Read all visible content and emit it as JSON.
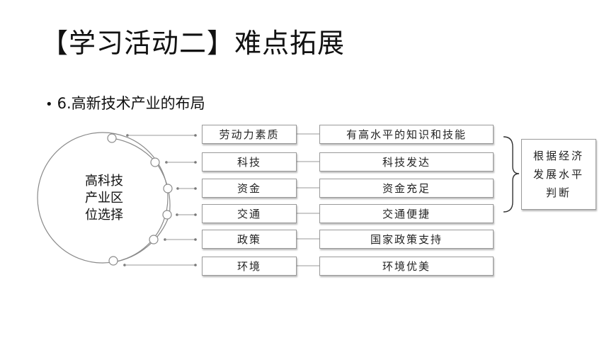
{
  "slide": {
    "title": "【学习活动二】难点拓展",
    "bullet": "6.高新技术产业的布局"
  },
  "diagram": {
    "center": [
      "高科技",
      "产业区",
      "位选择"
    ],
    "factors": [
      {
        "factor": "劳动力素质",
        "description": "有高水平的知识和技能"
      },
      {
        "factor": "科技",
        "description": "科技发达"
      },
      {
        "factor": "资金",
        "description": "资金充足"
      },
      {
        "factor": "交通",
        "description": "交通便捷"
      },
      {
        "factor": "政策",
        "description": "国家政策支持"
      },
      {
        "factor": "环境",
        "description": "环境优美"
      }
    ],
    "result": [
      "根据经济",
      "发展水平",
      "判断"
    ]
  }
}
